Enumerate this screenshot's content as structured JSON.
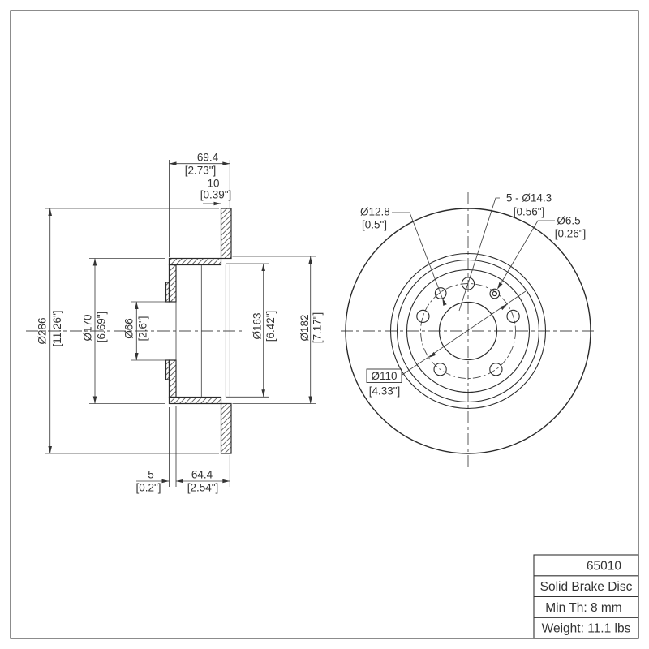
{
  "title_block": {
    "part_number": "65010",
    "product_type": "Solid Brake Disc",
    "min_thickness": "Min Th: 8 mm",
    "weight": "Weight: 11.1 lbs"
  },
  "section_view": {
    "overall_width_mm": "69.4",
    "overall_width_in": "[2.73\"]",
    "disc_thickness_mm": "10",
    "disc_thickness_in": "[0.39\"]",
    "outer_diameter_mm": "Ø286",
    "outer_diameter_in": "[11.26\"]",
    "hat_diameter_mm": "Ø170",
    "hat_diameter_in": "[6.69\"]",
    "center_bore_mm": "Ø66",
    "center_bore_in": "[2.6\"]",
    "inner_diameter_mm": "Ø163",
    "inner_diameter_in": "[6.42\"]",
    "flange_diameter_mm": "Ø182",
    "flange_diameter_in": "[7.17\"]",
    "lip_offset_mm": "5",
    "lip_offset_in": "[0.2\"]",
    "hat_depth_mm": "64.4",
    "hat_depth_in": "[2.54\"]"
  },
  "front_view": {
    "pilot_hole_mm": "Ø12.8",
    "pilot_hole_in": "[0.5\"]",
    "lug_holes_mm": "5 - Ø14.3",
    "lug_holes_in": "[0.56\"]",
    "screw_hole_mm": "Ø6.5",
    "screw_hole_in": "[0.26\"]",
    "bolt_circle_mm": "Ø110",
    "bolt_circle_in": "[4.33\"]"
  }
}
